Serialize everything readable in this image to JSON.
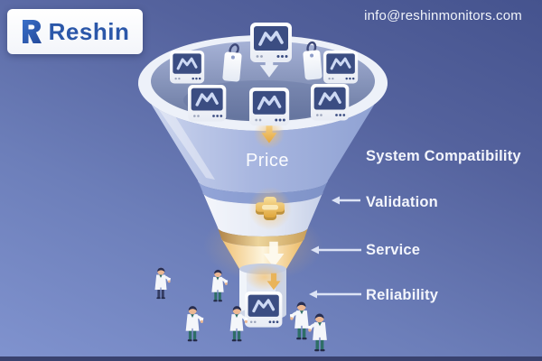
{
  "brand": {
    "name": "Reshin",
    "email": "info@reshinmonitors.com",
    "logo_mark": "R"
  },
  "funnel": {
    "price_label": "Price",
    "stages": [
      {
        "label": "System Compatibility",
        "has_arrow": false
      },
      {
        "label": "Validation",
        "has_arrow": true
      },
      {
        "label": "Service",
        "has_arrow": true
      },
      {
        "label": "Reliability",
        "has_arrow": true
      }
    ]
  },
  "icons": {
    "reshin-logo-mark": "R",
    "patient-monitor-icon": "monitor with M waveform",
    "price-tag-icon": "tag with rope loop",
    "down-arrow-icon": "⬇",
    "left-arrow-icon": "←",
    "medical-cross-icon": "✚",
    "doctor-figure": "person in white lab coat"
  },
  "colors": {
    "background_top": "#45538e",
    "background_bottom": "#8093cf",
    "brand_blue": "#2b57a9",
    "accent_gold": "#e9b85c",
    "monitor_screen": "#3b4d82",
    "label_text": "#f3f5fc",
    "funnel_body": "#aab7e0"
  }
}
